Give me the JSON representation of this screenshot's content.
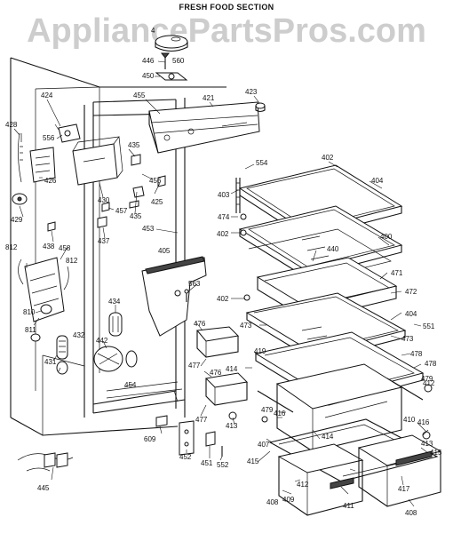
{
  "header": {
    "title": "FRESH FOOD SECTION",
    "watermark": "AppliancePartsPros.com"
  },
  "parts": [
    "4",
    "446",
    "560",
    "450",
    "455",
    "421",
    "423",
    "424",
    "428",
    "556",
    "435",
    "426",
    "430",
    "456",
    "425",
    "435",
    "457",
    "429",
    "438",
    "437",
    "453",
    "458",
    "812",
    "812",
    "405",
    "563",
    "434",
    "810",
    "811",
    "432",
    "442",
    "431",
    "454",
    "609",
    "452",
    "451",
    "552",
    "445",
    "554",
    "402",
    "404",
    "403",
    "474",
    "402",
    "400",
    "440",
    "402",
    "471",
    "472",
    "404",
    "551",
    "473",
    "473",
    "476",
    "477",
    "476",
    "414",
    "419",
    "478",
    "478",
    "477",
    "479",
    "412",
    "416",
    "479",
    "410",
    "413",
    "416",
    "413",
    "407",
    "414",
    "415",
    "415",
    "412",
    "417",
    "409",
    "411",
    "408",
    "408"
  ]
}
